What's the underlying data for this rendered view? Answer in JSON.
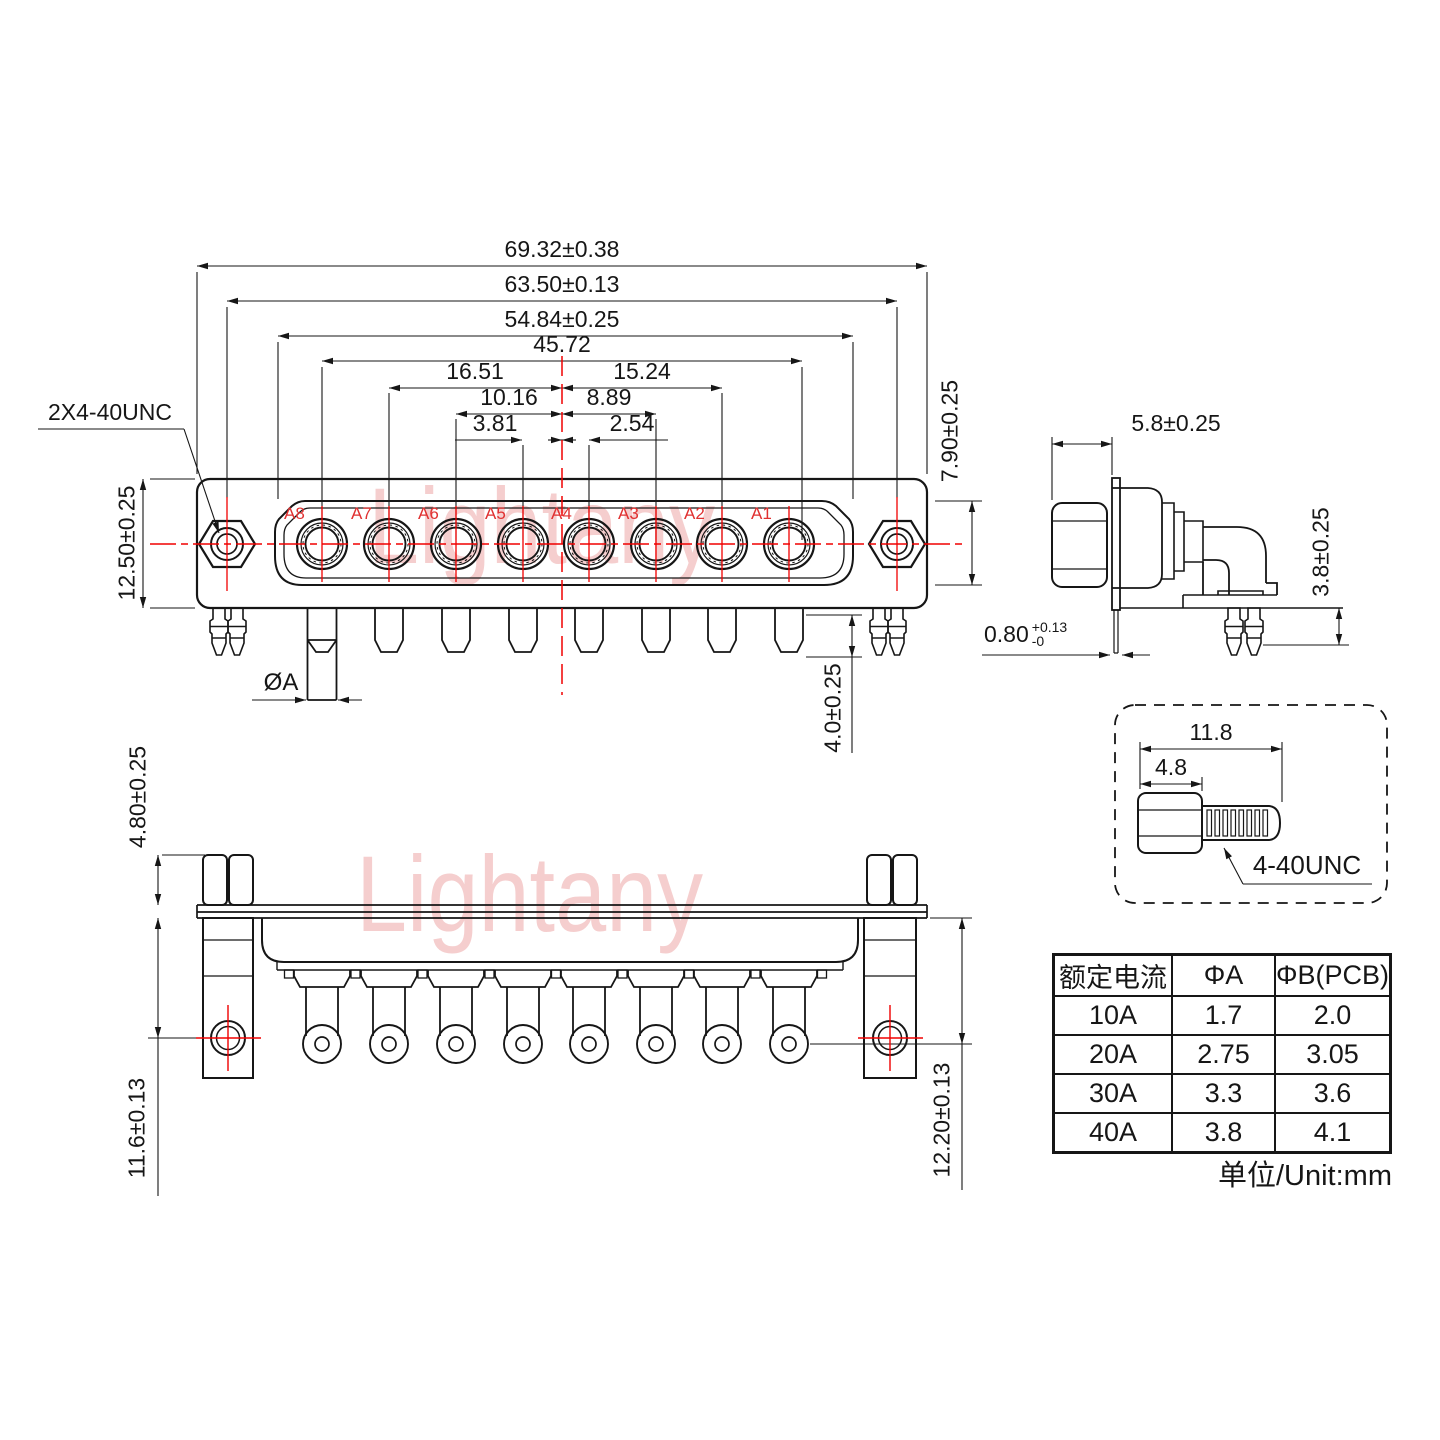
{
  "watermark": {
    "text": "Lightany",
    "color": "#f0bcbc"
  },
  "front_view": {
    "dim_chain": [
      "69.32±0.38",
      "63.50±0.13",
      "54.84±0.25",
      "45.72",
      "16.51",
      "15.24",
      "10.16",
      "8.89",
      "3.81",
      "2.54"
    ],
    "thread_label": "2X4-40UNC",
    "dim_left": "12.50±0.25",
    "dim_right_top": "7.90±0.25",
    "dim_right_bottom": "4.0±0.25",
    "dim_pin_dia": "ØA",
    "pin_labels": [
      "A8",
      "A7",
      "A6",
      "A5",
      "A4",
      "A3",
      "A2",
      "A1"
    ]
  },
  "side_view": {
    "dim_top": "5.8±0.25",
    "dim_right": "3.8±0.25",
    "dim_plate": {
      "main": "0.80",
      "sup": "+0.13",
      "sub": "-0"
    }
  },
  "bottom_view": {
    "dim_nut": "4.80±0.25",
    "dim_left": "11.6±0.13",
    "dim_right": "12.20±0.13"
  },
  "screw_detail": {
    "dim_total": "11.8",
    "dim_hex": "4.8",
    "thread_label": "4-40UNC"
  },
  "spec_table": {
    "headers": [
      "额定电流",
      "ΦA",
      "ΦB(PCB)"
    ],
    "rows": [
      [
        "10A",
        "1.7",
        "2.0"
      ],
      [
        "20A",
        "2.75",
        "3.05"
      ],
      [
        "30A",
        "3.3",
        "3.6"
      ],
      [
        "40A",
        "3.8",
        "4.1"
      ]
    ],
    "unit_note": "单位/Unit:mm"
  },
  "colors": {
    "line": "#161616",
    "accent": "#f00000",
    "watermark": "#f0bcbc"
  }
}
